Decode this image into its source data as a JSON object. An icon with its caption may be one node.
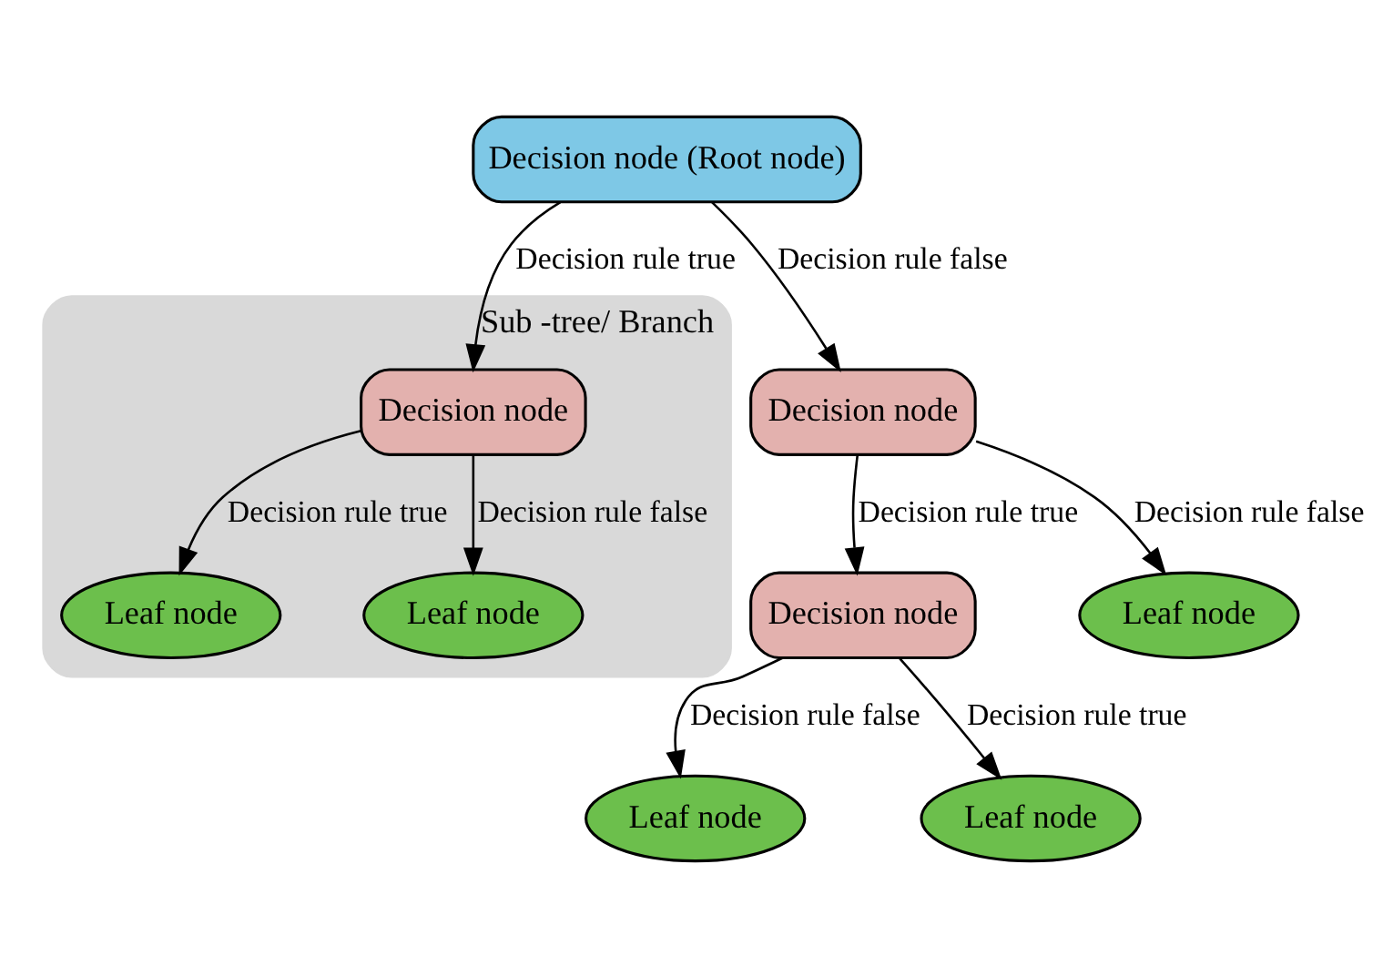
{
  "diagram": {
    "nodes": [
      {
        "text": [
          "Decision node (Root node)"
        ]
      },
      {
        "text": [
          "Decision node"
        ]
      },
      {
        "text": [
          "Decision node"
        ]
      },
      {
        "text": [
          "Leaf node"
        ]
      },
      {
        "text": [
          "Leaf node"
        ]
      },
      {
        "text": [
          "Leaf node"
        ]
      },
      {
        "text": [
          "Sub -tree/ Branch"
        ]
      },
      {
        "text": [
          "Decision node"
        ],
        "in": 6
      },
      {
        "text": [
          "Leaf node"
        ],
        "in": 6
      },
      {
        "text": [
          "Leaf node"
        ],
        "in": 6
      }
    ],
    "edges": [
      {
        "from": 0,
        "to": 1,
        "arrow": "to",
        "label": "Decision rule false"
      },
      {
        "from": 0,
        "to": 7,
        "arrow": "to",
        "label": "Decision rule true"
      },
      {
        "from": 1,
        "to": 2,
        "arrow": "to",
        "label": "Decision rule true"
      },
      {
        "from": 1,
        "to": 3,
        "arrow": "to",
        "label": "Decision rule false"
      },
      {
        "from": 2,
        "to": 4,
        "arrow": "to",
        "label": "Decision rule false"
      },
      {
        "from": 2,
        "to": 5,
        "arrow": "to",
        "label": "Decision rule true"
      },
      {
        "from": 7,
        "to": 8,
        "arrow": "to",
        "label": "Decision rule true"
      },
      {
        "from": 7,
        "to": 9,
        "arrow": "to",
        "label": "Decision rule false"
      }
    ]
  }
}
